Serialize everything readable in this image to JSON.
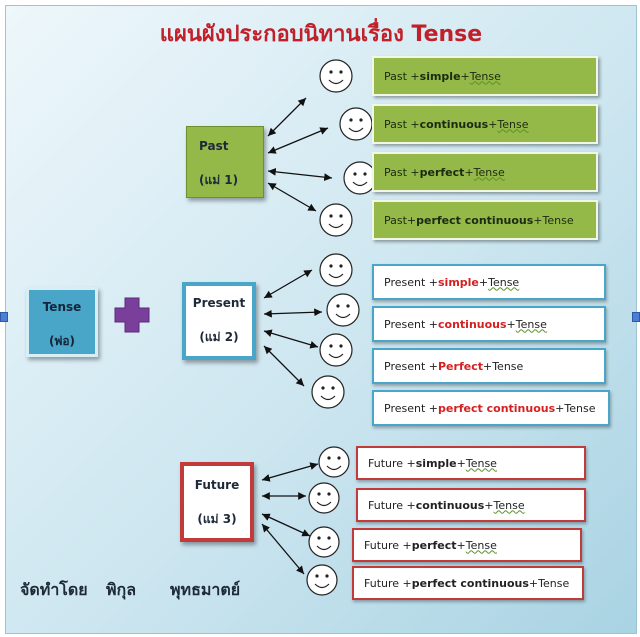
{
  "title": "แผนผังประกอบนิทานเรื่อง Tense",
  "root": {
    "label": "Tense",
    "sub": "(พ่อ)"
  },
  "past": {
    "label": "Past",
    "sub": "(แม่ 1)",
    "rows": [
      {
        "a": "Past + ",
        "b": "simple",
        "c": " + ",
        "d": "Tense"
      },
      {
        "a": "Past + ",
        "b": "continuous",
        "c": " + ",
        "d": "Tense"
      },
      {
        "a": "Past + ",
        "b": "perfect",
        "c": " + ",
        "d": "Tense"
      },
      {
        "a": "Past+ ",
        "b": "perfect continuous",
        "c": " + ",
        "d": "Tense"
      }
    ]
  },
  "present": {
    "label": "Present",
    "sub": "(แม่ 2)",
    "rows": [
      {
        "a": "Present + ",
        "b": "simple",
        "c": " + ",
        "d": "Tense"
      },
      {
        "a": "Present + ",
        "b": "continuous",
        "c": " + ",
        "d": "Tense"
      },
      {
        "a": "Present + ",
        "b": "Perfect",
        "c": " + ",
        "d": "Tense"
      },
      {
        "a": "Present + ",
        "b": "perfect continuous",
        "c": " + ",
        "d": "Tense"
      }
    ]
  },
  "future": {
    "label": "Future",
    "sub": "(แม่ 3)",
    "rows": [
      {
        "a": "Future + ",
        "b": "simple",
        "c": " + ",
        "d": "Tense"
      },
      {
        "a": "Future + ",
        "b": "continuous",
        "c": " + ",
        "d": "Tense"
      },
      {
        "a": "Future + ",
        "b": "perfect",
        "c": " + ",
        "d": "Tense"
      },
      {
        "a": "Future + ",
        "b": "perfect continuous",
        "c": " +",
        "d": "Tense"
      }
    ]
  },
  "footer": {
    "made_by": "จัดทำโดย",
    "first_name": "พิกุล",
    "last_name": "พุทธมาตย์"
  },
  "colors": {
    "title": "#c0202a",
    "past": "#94b949",
    "present": "#4aa6c8",
    "future": "#c23b3b",
    "highlight": "#d62020"
  },
  "icons": {
    "plus": "plus-icon",
    "face": "smiley-face-icon"
  }
}
